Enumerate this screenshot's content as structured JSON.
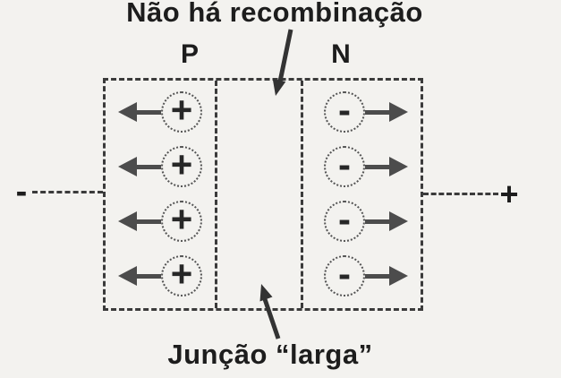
{
  "diagram": {
    "title": "Não há recombinação",
    "bottom_label": "Junção “larga”",
    "regions": {
      "p": {
        "label": "P",
        "carrier_symbol": "+",
        "carrier_count": 4,
        "carrier_arrow_direction": "left"
      },
      "n": {
        "label": "N",
        "carrier_symbol": "-",
        "carrier_count": 4,
        "carrier_arrow_direction": "right"
      }
    },
    "terminals": {
      "left": "-",
      "right": "+"
    },
    "colors": {
      "paper": "#f3f2ef",
      "ink": "#1d1d1d",
      "line": "#3b3b3b",
      "arrow": "#4c4c4c"
    }
  }
}
